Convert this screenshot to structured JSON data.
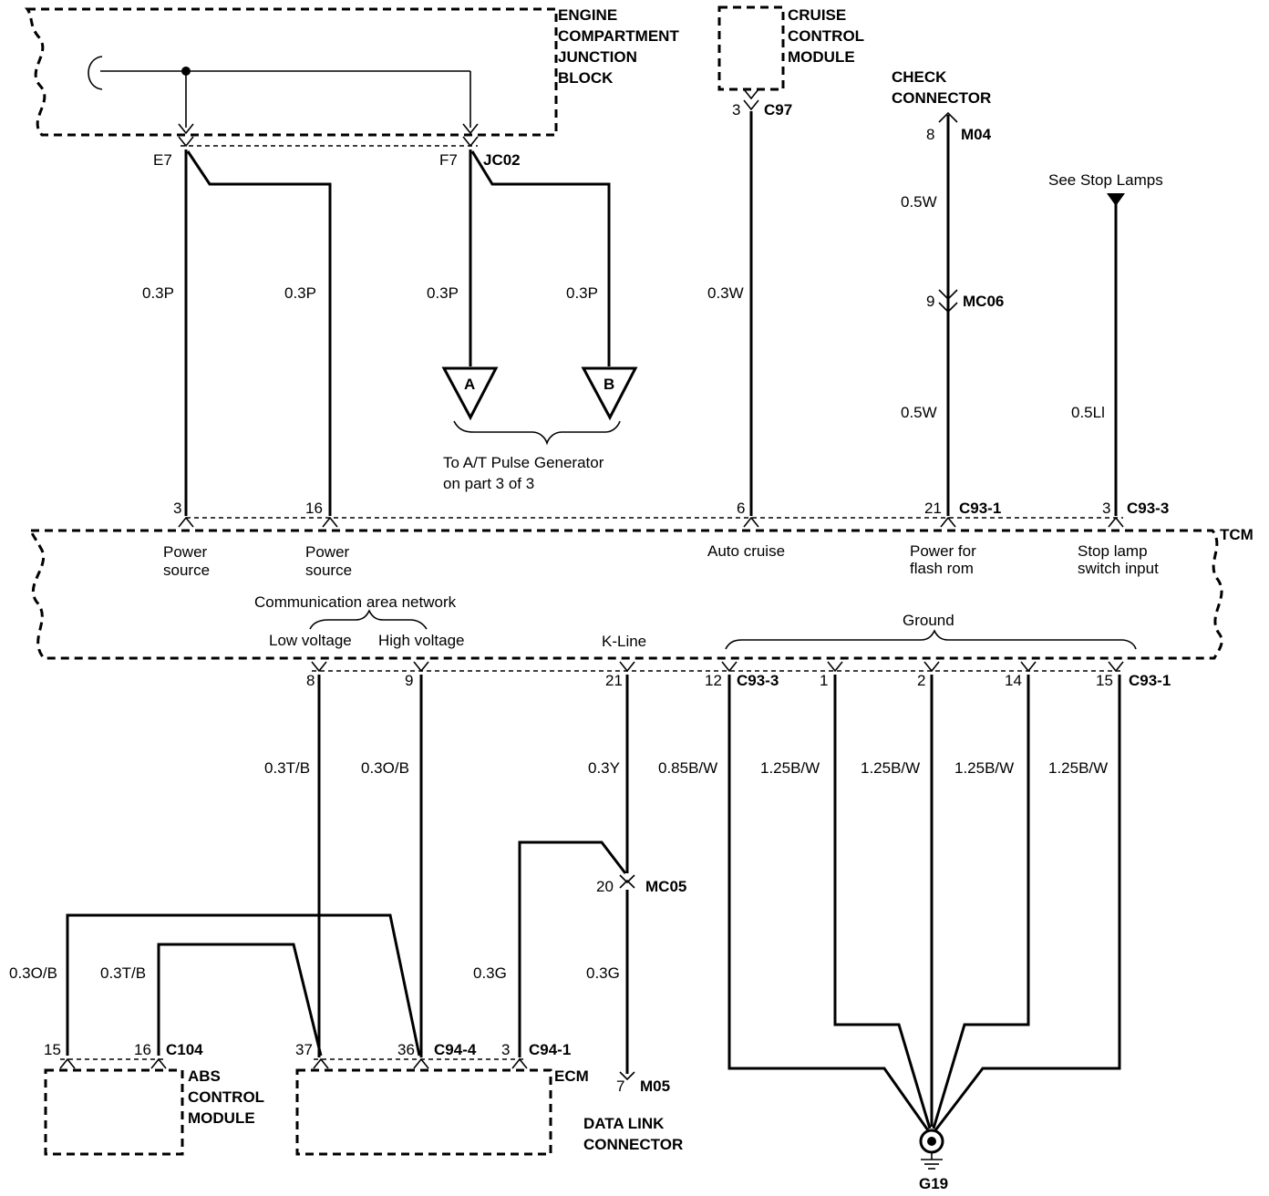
{
  "components": {
    "ecjb": [
      "ENGINE",
      "COMPARTMENT",
      "JUNCTION",
      "BLOCK"
    ],
    "cruise": [
      "CRUISE",
      "CONTROL",
      "MODULE"
    ],
    "check": [
      "CHECK",
      "CONNECTOR"
    ],
    "tcm": "TCM",
    "abs": [
      "ABS",
      "CONTROL",
      "MODULE"
    ],
    "ecm": "ECM",
    "dlc": [
      "DATA LINK",
      "CONNECTOR"
    ],
    "ground": "G19"
  },
  "connectors": {
    "e7": "E7",
    "f7": "F7",
    "jc02": "JC02",
    "c97": "C97",
    "c97_pin": "3",
    "m04": "M04",
    "m04_pin": "8",
    "mc06": "MC06",
    "mc06_pin": "9",
    "mc05": "MC05",
    "mc05_pin": "20",
    "m05": "M05",
    "m05_pin": "7",
    "c93_1": "C93-1",
    "c93_3": "C93-3",
    "c93_3_low": "C93-3",
    "c93_1_low": "C93-1",
    "c104": "C104",
    "c94_4": "C94-4",
    "c94_1": "C94-1"
  },
  "tcm_top_pins": [
    "3",
    "16",
    "6",
    "21",
    "3"
  ],
  "tcm_bottom_pins": [
    "8",
    "9",
    "21",
    "12",
    "1",
    "2",
    "14",
    "15"
  ],
  "abs_pins": [
    "15",
    "16"
  ],
  "ecm_pins": [
    "37",
    "36",
    "3"
  ],
  "wires": {
    "e7_a": "0.3P",
    "e7_b": "0.3P",
    "f7_a": "0.3P",
    "f7_b": "0.3P",
    "cruise": "0.3W",
    "check_top": "0.5W",
    "check_bot": "0.5W",
    "stop": "0.5Ll",
    "can_low": "0.3T/B",
    "can_high": "0.3O/B",
    "kline": "0.3Y",
    "gnd12": "0.85B/W",
    "gnd1": "1.25B/W",
    "gnd2": "1.25B/W",
    "gnd14": "1.25B/W",
    "gnd15": "1.25B/W",
    "abs_high": "0.3O/B",
    "abs_low": "0.3T/B",
    "ecm_g": "0.3G",
    "dlc_g": "0.3G"
  },
  "markers": {
    "a": "A",
    "b": "B"
  },
  "notes": {
    "pulse": [
      "To A/T Pulse Generator",
      "on  part 3 of 3"
    ],
    "stop_ref": "See Stop Lamps"
  },
  "tcm_labels": {
    "power1": [
      "Power",
      "source"
    ],
    "power2": [
      "Power",
      "source"
    ],
    "auto_cruise": "Auto cruise",
    "flash": [
      "Power for",
      "flash rom"
    ],
    "stop_input": [
      "Stop lamp",
      "switch input"
    ],
    "can": "Communication area network",
    "low": "Low voltage",
    "high": "High voltage",
    "kline": "K-Line",
    "ground": "Ground"
  }
}
